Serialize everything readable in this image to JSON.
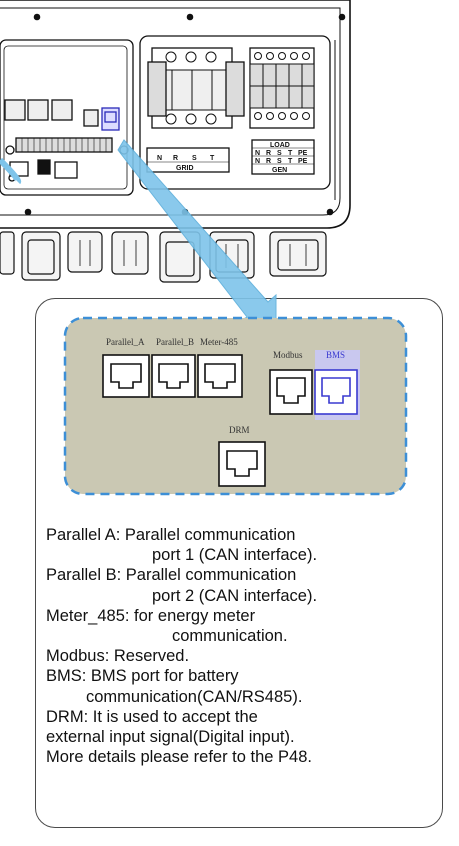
{
  "inverter": {
    "grid_label": "GRID",
    "grid_terminals": [
      "N",
      "R",
      "S",
      "T"
    ],
    "load_label": "LOAD",
    "load_terminals": [
      "N",
      "R",
      "S",
      "T",
      "PE"
    ],
    "gen_terminals": [
      "N",
      "R",
      "S",
      "T",
      "PE"
    ],
    "gen_label": "GEN"
  },
  "ports": {
    "parallel_a": "Parallel_A",
    "parallel_b": "Parallel_B",
    "meter_485": "Meter-485",
    "modbus": "Modbus",
    "bms": "BMS",
    "drm": "DRM"
  },
  "colors": {
    "panel_fill": "#cac8b3",
    "panel_border": "#3d8fd6",
    "arrow": "#7ec4ea",
    "bms_highlight": "#c9c8ef",
    "bms_port": "#3a3ad0"
  },
  "description": {
    "line1": "Parallel A: Parallel communication",
    "line2": "port 1 (CAN interface).",
    "line3": "Parallel B: Parallel communication",
    "line4": "port 2 (CAN interface).",
    "line5": "Meter_485: for energy meter",
    "line6": "communication.",
    "line7": "Modbus: Reserved.",
    "line8": "BMS: BMS port for battery",
    "line9": "communication(CAN/RS485).",
    "line10": "DRM: It is used to accept the",
    "line11": "external input signal(Digital input).",
    "line12": "More details please refer to the P48."
  }
}
